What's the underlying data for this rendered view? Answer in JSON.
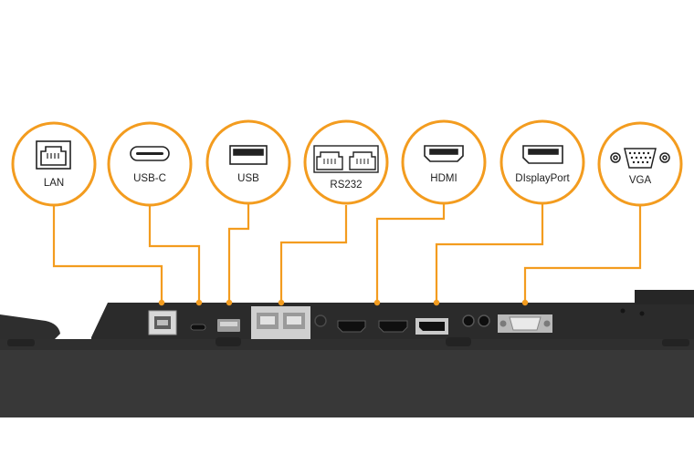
{
  "colors": {
    "accent": "#f39c1f",
    "panel": "#2a2a2a",
    "panel_dark": "#1c1c1c",
    "icon_stroke": "#222222"
  },
  "ports": [
    {
      "id": "lan",
      "label": "LAN",
      "icon": "ethernet-icon"
    },
    {
      "id": "usbc",
      "label": "USB-C",
      "icon": "usb-c-icon"
    },
    {
      "id": "usb",
      "label": "USB",
      "icon": "usb-a-icon"
    },
    {
      "id": "rs232",
      "label": "RS232",
      "icon": "rs232-icon"
    },
    {
      "id": "hdmi",
      "label": "HDMI",
      "icon": "hdmi-icon"
    },
    {
      "id": "displayport",
      "label": "DIsplayPort",
      "icon": "displayport-icon"
    },
    {
      "id": "vga",
      "label": "VGA",
      "icon": "vga-icon"
    }
  ]
}
